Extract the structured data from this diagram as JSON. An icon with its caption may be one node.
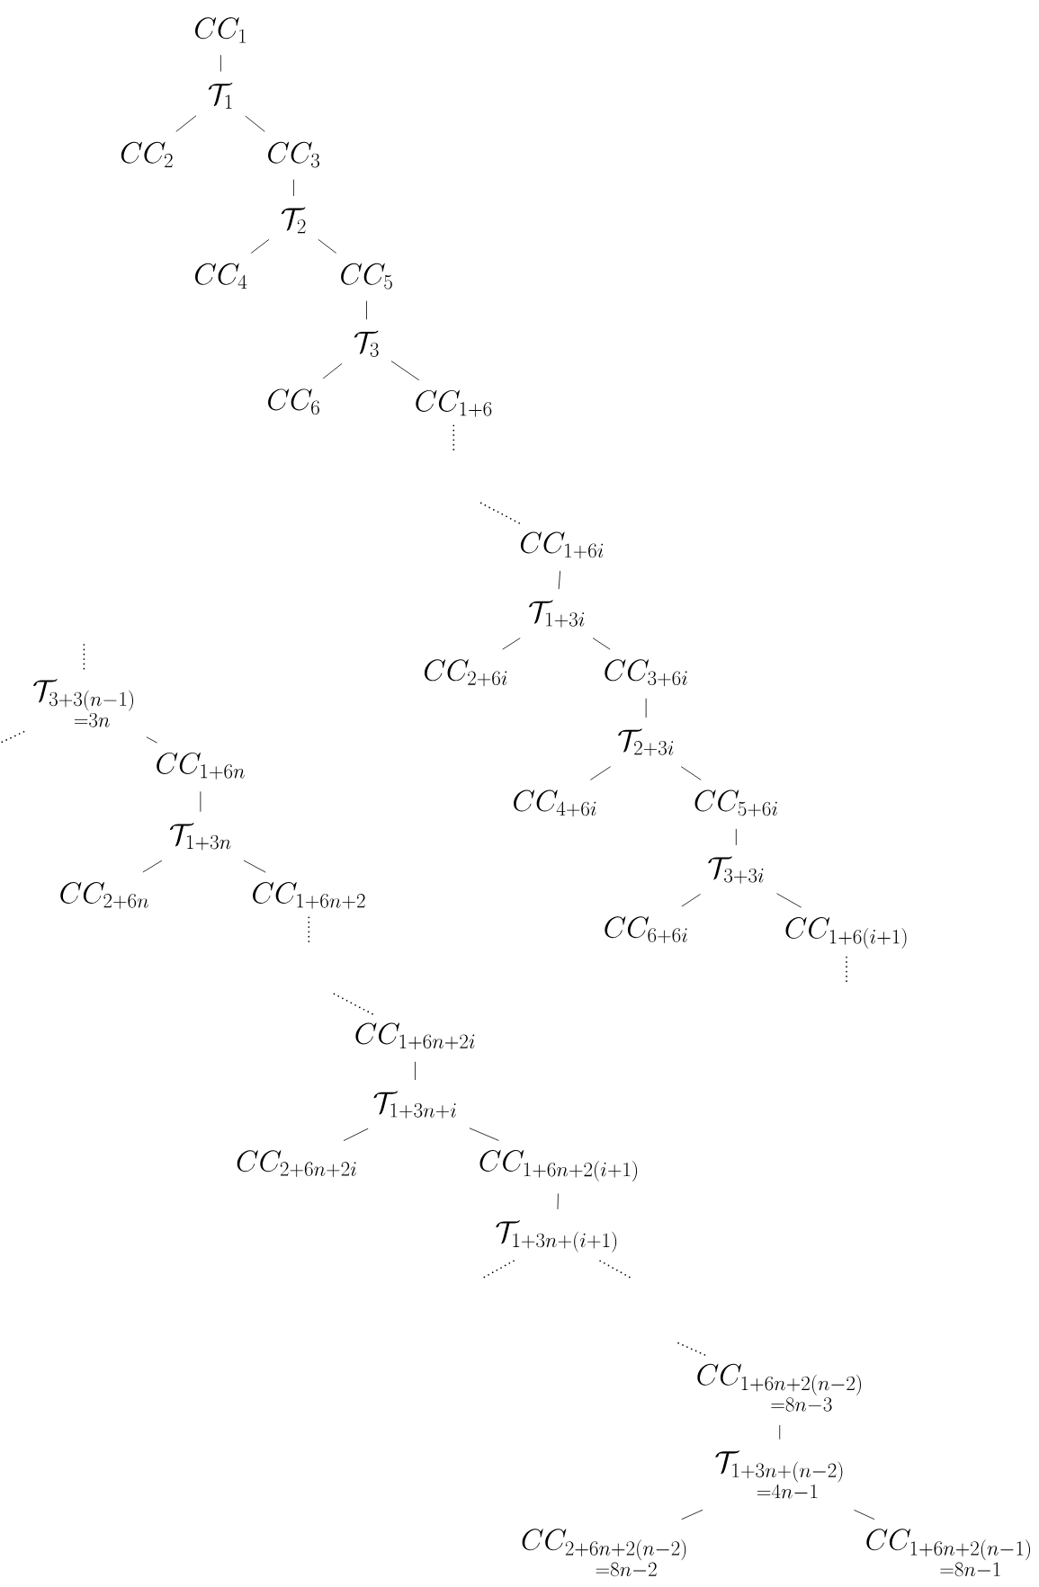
{
  "diagram": {
    "nodes": [
      {
        "text": [
          "CC_{1}"
        ]
      },
      {
        "text": [
          "\\mathcal{T}_{1}"
        ]
      },
      {
        "text": [
          "CC_{2}"
        ]
      },
      {
        "text": [
          "CC_{3}"
        ]
      },
      {
        "text": [
          "\\mathcal{T}_{2}"
        ]
      },
      {
        "text": [
          "CC_{4}"
        ]
      },
      {
        "text": [
          "CC_{5}"
        ]
      },
      {
        "text": [
          "\\mathcal{T}_{3}"
        ]
      },
      {
        "text": [
          "CC_{6}"
        ]
      },
      {
        "text": [
          "CC_{1+6}"
        ]
      },
      {
        "text": [
          "CC_{1+6i}"
        ]
      },
      {
        "text": [
          "\\mathcal{T}_{1+3i}"
        ]
      },
      {
        "text": [
          "CC_{2+6i}"
        ]
      },
      {
        "text": [
          "CC_{3+6i}"
        ]
      },
      {
        "text": [
          "\\mathcal{T}_{2+3i}"
        ]
      },
      {
        "text": [
          "CC_{4+6i}"
        ]
      },
      {
        "text": [
          "CC_{5+6i}"
        ]
      },
      {
        "text": [
          "\\mathcal{T}_{3+3i}"
        ]
      },
      {
        "text": [
          "CC_{6+6i}"
        ]
      },
      {
        "text": [
          "CC_{1+6(i+1)}"
        ]
      },
      {
        "text": [
          "\\mathcal{T}_{\\substack{3+3(n-1)\\\\=3n}}"
        ]
      },
      {
        "text": [
          "CC_{1+6n}"
        ]
      },
      {
        "text": [
          "\\mathcal{T}_{1+3n}"
        ]
      },
      {
        "text": [
          "CC_{2+6n}"
        ]
      },
      {
        "text": [
          "CC_{1+6n+2}"
        ]
      },
      {
        "text": [
          "CC_{1+6n+2i}"
        ]
      },
      {
        "text": [
          "\\mathcal{T}_{1+3n+i}"
        ]
      },
      {
        "text": [
          "CC_{2+6n+2i}"
        ]
      },
      {
        "text": [
          "CC_{1+6n+2(i+1)}"
        ]
      },
      {
        "text": [
          "\\mathcal{T}_{1+3n+(i+1)}"
        ]
      },
      {
        "text": [
          "CC_{\\substack{1+6n+2(n-2)\\\\=8n-3}}"
        ]
      },
      {
        "text": [
          "\\mathcal{T}_{\\substack{1+3n+(n-2)\\\\=4n-1}}"
        ]
      },
      {
        "text": [
          "CC_{\\substack{2+6n+2(n-2)\\\\=8n-2}}"
        ]
      },
      {
        "text": [
          "CC_{\\substack{1+6n+2(n-1)\\\\=8n-1}}"
        ]
      }
    ],
    "edges": [
      {
        "from": 0,
        "to": 1,
        "arrow": "none"
      },
      {
        "from": 1,
        "to": 2,
        "arrow": "none"
      },
      {
        "from": 1,
        "to": 3,
        "arrow": "none"
      },
      {
        "from": 3,
        "to": 4,
        "arrow": "none"
      },
      {
        "from": 4,
        "to": 5,
        "arrow": "none"
      },
      {
        "from": 4,
        "to": 6,
        "arrow": "none"
      },
      {
        "from": 6,
        "to": 7,
        "arrow": "none"
      },
      {
        "from": 7,
        "to": 8,
        "arrow": "none"
      },
      {
        "from": 7,
        "to": 9,
        "arrow": "none"
      },
      {
        "from": 9,
        "to": null,
        "arrow": "none",
        "style": "dashed"
      },
      {
        "from": null,
        "to": 10,
        "arrow": "none",
        "style": "dashed"
      },
      {
        "from": 10,
        "to": 11,
        "arrow": "none"
      },
      {
        "from": 11,
        "to": 12,
        "arrow": "none"
      },
      {
        "from": 11,
        "to": 13,
        "arrow": "none"
      },
      {
        "from": 13,
        "to": 14,
        "arrow": "none"
      },
      {
        "from": 14,
        "to": 15,
        "arrow": "none"
      },
      {
        "from": 14,
        "to": 16,
        "arrow": "none"
      },
      {
        "from": 16,
        "to": 17,
        "arrow": "none"
      },
      {
        "from": 17,
        "to": 18,
        "arrow": "none"
      },
      {
        "from": 17,
        "to": 19,
        "arrow": "none"
      },
      {
        "from": 19,
        "to": null,
        "arrow": "none",
        "style": "dashed"
      },
      {
        "from": null,
        "to": 20,
        "arrow": "none",
        "style": "dashed"
      },
      {
        "from": 20,
        "to": null,
        "arrow": "none",
        "style": "dashed"
      },
      {
        "from": 20,
        "to": 21,
        "arrow": "none"
      },
      {
        "from": 21,
        "to": 22,
        "arrow": "none"
      },
      {
        "from": 22,
        "to": 23,
        "arrow": "none"
      },
      {
        "from": 22,
        "to": 24,
        "arrow": "none"
      },
      {
        "from": 24,
        "to": null,
        "arrow": "none",
        "style": "dashed"
      },
      {
        "from": null,
        "to": 25,
        "arrow": "none",
        "style": "dashed"
      },
      {
        "from": 25,
        "to": 26,
        "arrow": "none"
      },
      {
        "from": 26,
        "to": 27,
        "arrow": "none"
      },
      {
        "from": 26,
        "to": 28,
        "arrow": "none"
      },
      {
        "from": 28,
        "to": 29,
        "arrow": "none"
      },
      {
        "from": 29,
        "to": null,
        "arrow": "none",
        "style": "dashed"
      },
      {
        "from": 29,
        "to": null,
        "arrow": "none",
        "style": "dashed"
      },
      {
        "from": null,
        "to": 30,
        "arrow": "none",
        "style": "dashed"
      },
      {
        "from": 30,
        "to": 31,
        "arrow": "none"
      },
      {
        "from": 31,
        "to": 32,
        "arrow": "none"
      },
      {
        "from": 31,
        "to": 33,
        "arrow": "none"
      }
    ]
  }
}
